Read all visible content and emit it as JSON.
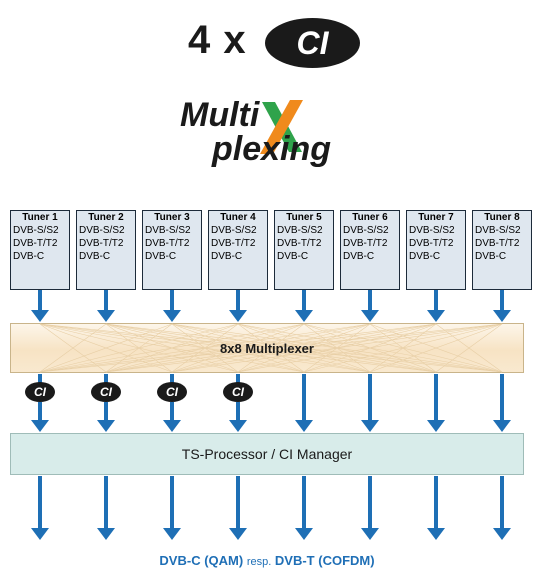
{
  "header": {
    "count": "4 x",
    "ci_logo": "CI",
    "logo_text": {
      "line1": "Multi",
      "line2": "plexing"
    }
  },
  "tuners": [
    {
      "title": "Tuner 1",
      "lines": [
        "DVB-S/S2",
        "DVB-T/T2",
        "DVB-C"
      ]
    },
    {
      "title": "Tuner 2",
      "lines": [
        "DVB-S/S2",
        "DVB-T/T2",
        "DVB-C"
      ]
    },
    {
      "title": "Tuner 3",
      "lines": [
        "DVB-S/S2",
        "DVB-T/T2",
        "DVB-C"
      ]
    },
    {
      "title": "Tuner 4",
      "lines": [
        "DVB-S/S2",
        "DVB-T/T2",
        "DVB-C"
      ]
    },
    {
      "title": "Tuner 5",
      "lines": [
        "DVB-S/S2",
        "DVB-T/T2",
        "DVB-C"
      ]
    },
    {
      "title": "Tuner 6",
      "lines": [
        "DVB-S/S2",
        "DVB-T/T2",
        "DVB-C"
      ]
    },
    {
      "title": "Tuner 7",
      "lines": [
        "DVB-S/S2",
        "DVB-T/T2",
        "DVB-C"
      ]
    },
    {
      "title": "Tuner 8",
      "lines": [
        "DVB-S/S2",
        "DVB-T/T2",
        "DVB-C"
      ]
    }
  ],
  "multiplexer": {
    "label": "8x8 Multiplexer"
  },
  "ci_modules": [
    "CI",
    "CI",
    "CI",
    "CI"
  ],
  "ts_processor": {
    "label": "TS-Processor / CI Manager"
  },
  "footer": {
    "part1": "DVB-C (QAM)",
    "sep": "resp.",
    "part2": "DVB-T (COFDM)"
  },
  "colors": {
    "arrow": "#1e6fb5",
    "logo_green": "#2fa34b",
    "logo_orange": "#f08a1c",
    "tuner_bg": "#dfe7ef",
    "mux_bg": "#f7e3c4",
    "ts_bg": "#d8ecea",
    "footer_text": "#1f6fb6"
  }
}
